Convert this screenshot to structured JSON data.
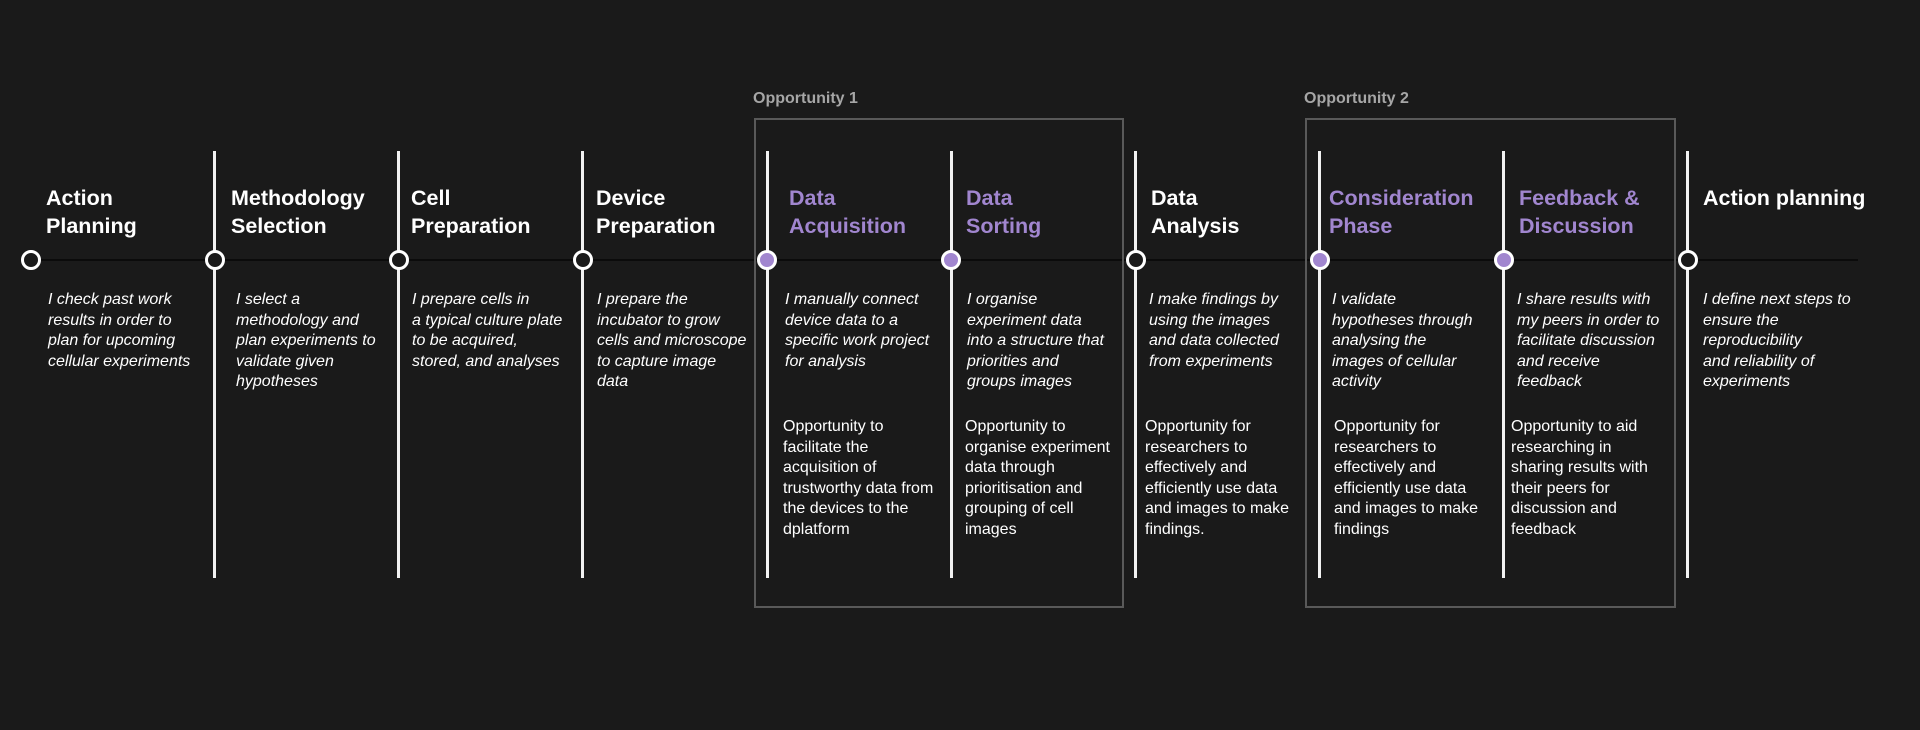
{
  "colors": {
    "background": "#1a1a1a",
    "default_stage": "#ffffff",
    "highlight_stage": "#a186cf",
    "opportunity_label": "#a6a6a6",
    "opportunity_border": "#595959"
  },
  "opportunities": [
    {
      "label": "Opportunity 1"
    },
    {
      "label": "Opportunity 2"
    }
  ],
  "stages": [
    {
      "title": "Action\nPlanning",
      "highlighted": false,
      "description": "I check past work\nresults in order to\nplan for upcoming\ncellular experiments"
    },
    {
      "title": "Methodology\nSelection",
      "highlighted": false,
      "description": "I select a\nmethodology and\nplan experiments to\nvalidate given\nhypotheses"
    },
    {
      "title": "Cell\nPreparation",
      "highlighted": false,
      "description": "I prepare cells in\na typical culture plate\nto be acquired,\nstored, and analyses"
    },
    {
      "title": "Device\nPreparation",
      "highlighted": false,
      "description": "I prepare the\nincubator to grow\ncells and microscope\nto capture image\ndata"
    },
    {
      "title": "Data\nAcquisition",
      "highlighted": true,
      "description": "I manually connect\ndevice data to a\nspecific work project\nfor analysis",
      "opportunity": "Opportunity to\nfacilitate the\nacquisition of\ntrustworthy data from\nthe devices to the\ndplatform"
    },
    {
      "title": "Data\nSorting",
      "highlighted": true,
      "description": "I organise\nexperiment data\ninto a structure that\npriorities and\ngroups images",
      "opportunity": "Opportunity to\norganise experiment\ndata through\nprioritisation and\ngrouping of cell\nimages"
    },
    {
      "title": "Data\nAnalysis",
      "highlighted": false,
      "description": "I make findings by\nusing the images\nand data collected\nfrom experiments",
      "opportunity": "Opportunity for\nresearchers to\neffectively and\nefficiently use data\nand images to make\nfindings."
    },
    {
      "title": "Consideration\nPhase",
      "highlighted": true,
      "description": "I validate\nhypotheses through\nanalysing the\nimages of cellular\nactivity",
      "opportunity": "Opportunity for\nresearchers to\neffectively and\nefficiently use data\nand images to make\nfindings"
    },
    {
      "title": "Feedback &\nDiscussion",
      "highlighted": true,
      "description": "I share results with\nmy peers in order to\nfacilitate discussion\nand receive\nfeedback",
      "opportunity": "Opportunity to aid\nresearching in\nsharing results with\ntheir peers for\ndiscussion and\nfeedback"
    },
    {
      "title": "Action planning",
      "highlighted": false,
      "description": "I define next steps to\nensure the\nreproducibility\nand reliability of\nexperiments"
    }
  ]
}
